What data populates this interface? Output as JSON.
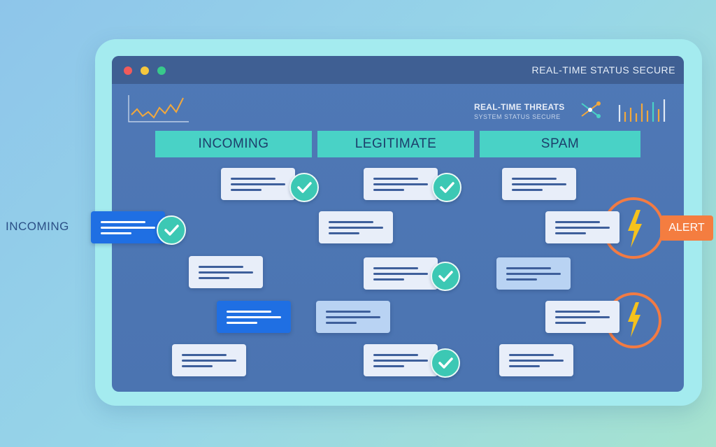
{
  "window": {
    "title": "REAL-TIME STATUS SECURE"
  },
  "stats": {
    "threats_label": "REAL-TIME THREATS",
    "threats_sub": "SYSTEM STATUS SECURE"
  },
  "columns": [
    {
      "label": "INCOMING"
    },
    {
      "label": "LEGITIMATE"
    },
    {
      "label": "SPAM"
    }
  ],
  "side_label": "INCOMING",
  "alert_label": "ALERT",
  "icons": {
    "sparkline": "sparkline-chart-icon",
    "network": "network-icon",
    "bars": "bar-chart-icon",
    "check": "check-icon",
    "bolt": "lightning-bolt-icon"
  },
  "colors": {
    "accent": "#49d2c6",
    "check": "#3cc8b4",
    "alert": "#f47d40",
    "card_blue": "#1f6fe3"
  }
}
